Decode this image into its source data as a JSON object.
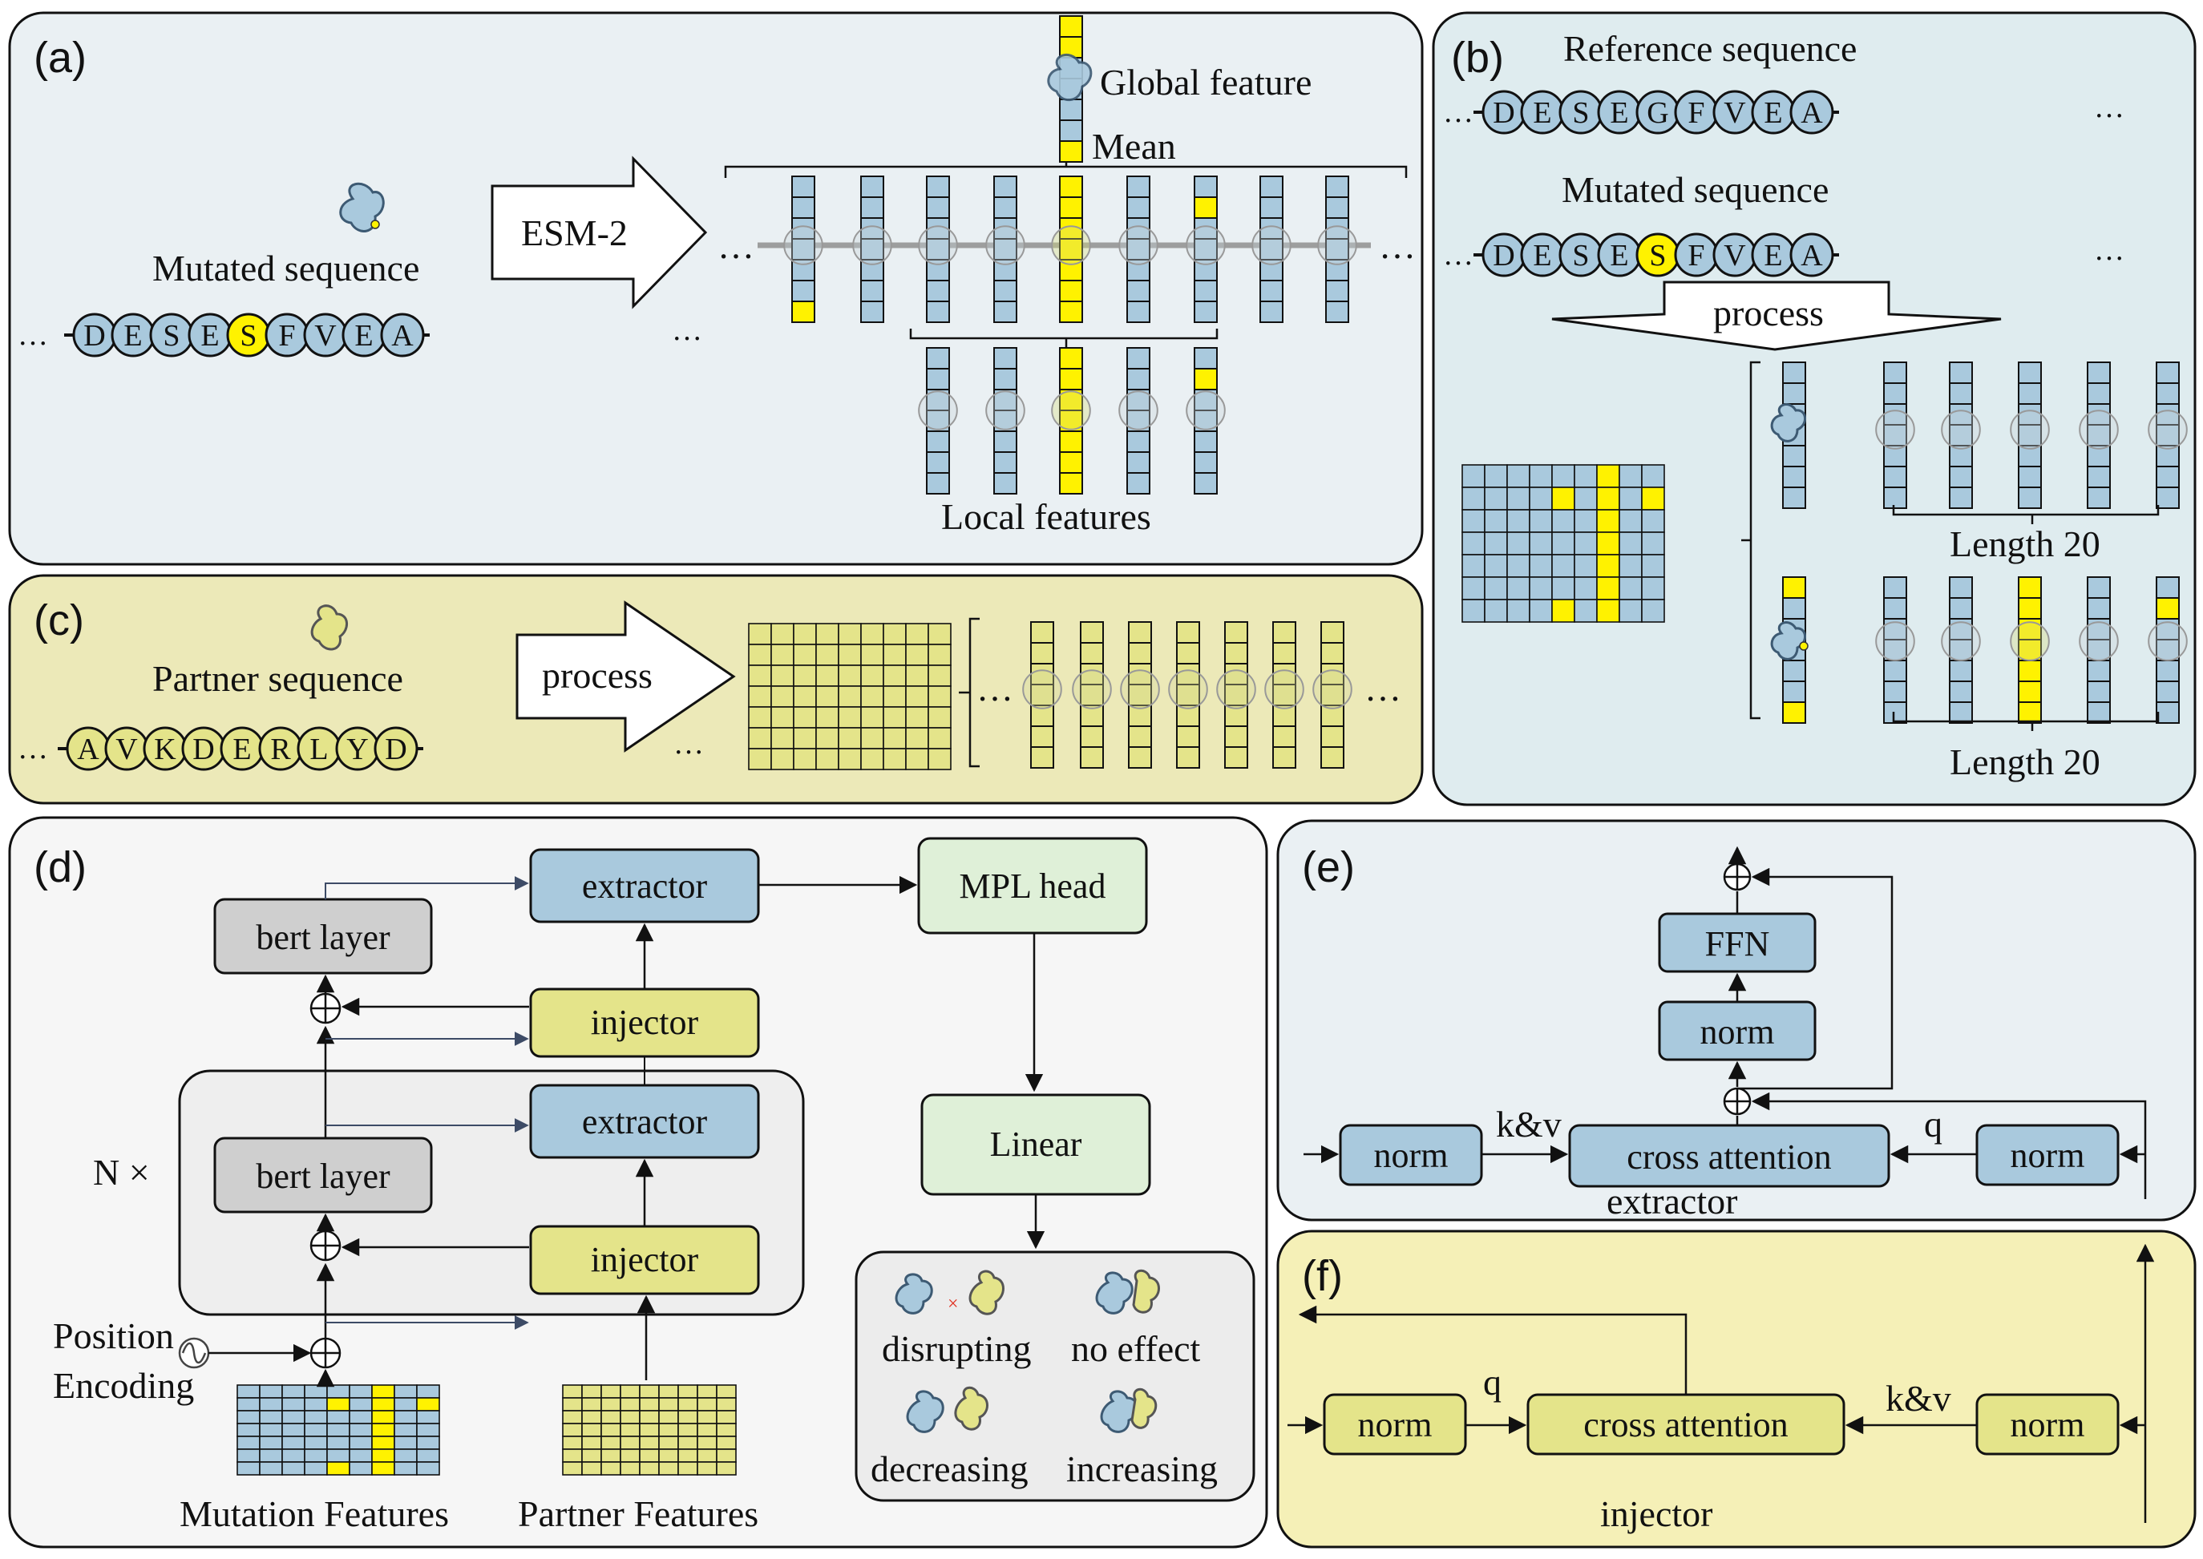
{
  "colors": {
    "blue_fill": "#a9c9dd",
    "yellow_fill": "#fff200",
    "green_res": "#e4e48a",
    "bg_a": "#eaf0f3",
    "bg_b": "#dfecef",
    "bg_c": "#ece9b8",
    "bg_d": "#f6f6f6",
    "bg_e": "#eaf0f3",
    "bg_f": "#f5f0b7",
    "extractor": "#a9c9dd",
    "injector": "#e4e48a",
    "bert": "#cfcfcf",
    "mpl": "#dff0d8"
  },
  "panel_a": {
    "tag": "(a)",
    "mutated_label": "Mutated sequence",
    "residues": [
      "D",
      "E",
      "S",
      "E",
      "S",
      "F",
      "V",
      "E",
      "A"
    ],
    "mutated_index": 4,
    "esm_label": "ESM-2",
    "global_label": "Global feature",
    "mean_label": "Mean",
    "local_label": "Local features",
    "ellipsis": "…",
    "ellipsis_right": "…"
  },
  "panel_b": {
    "tag": "(b)",
    "ref_label": "Reference sequence",
    "ref_residues": [
      "D",
      "E",
      "S",
      "E",
      "G",
      "F",
      "V",
      "E",
      "A"
    ],
    "mut_label": "Mutated sequence",
    "mut_residues": [
      "D",
      "E",
      "S",
      "E",
      "S",
      "F",
      "V",
      "E",
      "A"
    ],
    "mutated_index": 4,
    "process_label": "process",
    "length_label_1": "Length 20",
    "length_label_2": "Length 20",
    "ellipsis": "…"
  },
  "panel_c": {
    "tag": "(c)",
    "partner_label": "Partner sequence",
    "residues": [
      "A",
      "V",
      "K",
      "D",
      "E",
      "R",
      "L",
      "Y",
      "D"
    ],
    "process_label": "process",
    "ellipsis": "…"
  },
  "panel_d": {
    "tag": "(d)",
    "extractor_label": "extractor",
    "extractor_label_2": "extractor",
    "bert_label": "bert layer",
    "bert_label_2": "bert layer",
    "injector_label": "injector",
    "injector_label_2": "injector",
    "mpl_label": "MPL head",
    "linear_label": "Linear",
    "n_label": "N ×",
    "pos_label_1": "Position",
    "pos_label_2": "Encoding",
    "mut_feat_label": "Mutation Features",
    "partner_feat_label": "Partner Features",
    "outcomes": [
      "disrupting",
      "no effect",
      "decreasing",
      "increasing"
    ]
  },
  "panel_e": {
    "tag": "(e)",
    "ffn_label": "FFN",
    "norm_top": "norm",
    "norm_left": "norm",
    "norm_right": "norm",
    "cross_label": "cross attention",
    "kv_label": "k&v",
    "q_label": "q",
    "caption": "extractor"
  },
  "panel_f": {
    "tag": "(f)",
    "norm_left": "norm",
    "norm_right": "norm",
    "cross_label": "cross attention",
    "q_label": "q",
    "kv_label": "k&v",
    "caption": "injector"
  }
}
